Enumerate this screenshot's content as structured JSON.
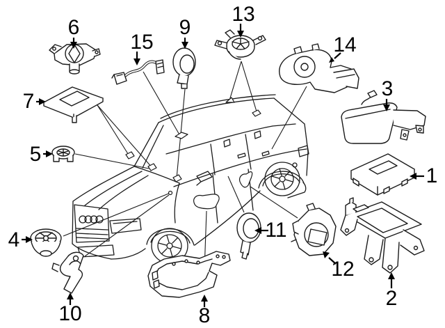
{
  "diagram": {
    "kind": "exploded-parts-diagram",
    "subject": "suv-speaker-audio-components",
    "colors": {
      "background": "#ffffff",
      "line": "#1a1a1a",
      "label": "#000000"
    }
  },
  "callouts": [
    {
      "label": "1",
      "part": "amplifier-module"
    },
    {
      "label": "2",
      "part": "amplifier-bracket"
    },
    {
      "label": "3",
      "part": "amplifier-cover"
    },
    {
      "label": "4",
      "part": "front-woofer"
    },
    {
      "label": "5",
      "part": "dash-midrange-speaker"
    },
    {
      "label": "6",
      "part": "dash-tweeter-with-bracket"
    },
    {
      "label": "7",
      "part": "dash-speaker-grille"
    },
    {
      "label": "8",
      "part": "front-door-speaker-bracket"
    },
    {
      "label": "9",
      "part": "pillar-tweeter"
    },
    {
      "label": "10",
      "part": "speaker-mount-bracket"
    },
    {
      "label": "11",
      "part": "rear-door-tweeter"
    },
    {
      "label": "12",
      "part": "rear-door-woofer-module"
    },
    {
      "label": "13",
      "part": "roof-midrange-speaker"
    },
    {
      "label": "14",
      "part": "subwoofer-enclosure"
    },
    {
      "label": "15",
      "part": "speaker-wiring-harness"
    }
  ]
}
